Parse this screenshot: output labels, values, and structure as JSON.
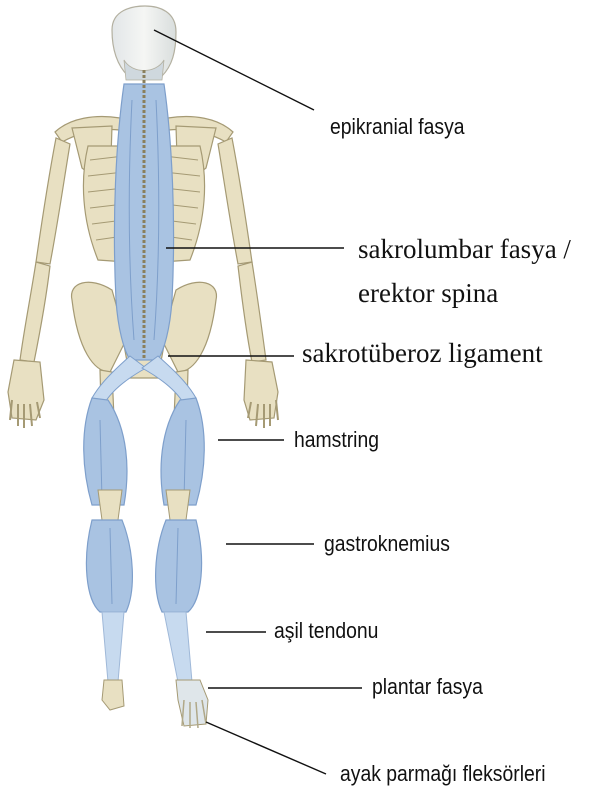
{
  "figure": {
    "colors": {
      "bone": "#e8e0c2",
      "bone_outline": "#a59a74",
      "muscle": "#a9c3e2",
      "muscle_dark": "#7e9fcb",
      "fascia": "#c7daef",
      "leader_line": "#111111"
    }
  },
  "labels": {
    "epicranial": "epikranial fasya",
    "sacrolumbar_line1": "sakrolumbar fasya /",
    "sacrolumbar_line2": "erektor spina",
    "sacrotuberous": "sakrotüberoz ligament",
    "hamstring": "hamstring",
    "gastrocnemius": "gastroknemius",
    "achilles": "aşil tendonu",
    "plantar": "plantar fasya",
    "toe_flexors": "ayak parmağı fleksörleri"
  }
}
